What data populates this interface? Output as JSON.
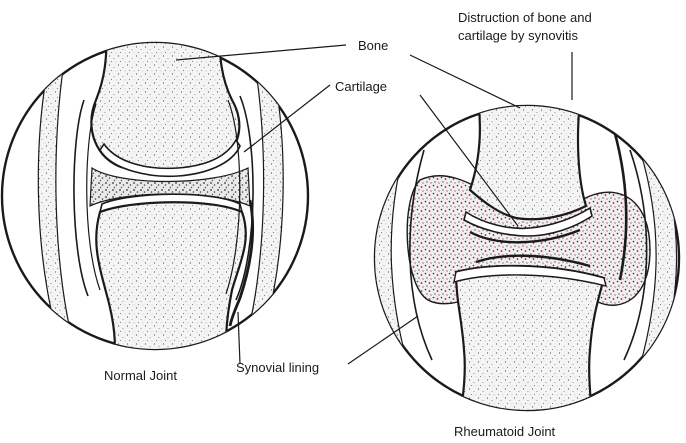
{
  "labels": {
    "bone": "Bone",
    "cartilage": "Cartilage",
    "destruction_line1": "Distruction of bone and",
    "destruction_line2": "cartilage by synovitis",
    "synovial_lining": "Synovial lining",
    "normal_joint": "Normal Joint",
    "rheumatoid_joint": "Rheumatoid Joint"
  },
  "colors": {
    "ink": "#1a1a1a",
    "inflammation": "#b01830"
  }
}
